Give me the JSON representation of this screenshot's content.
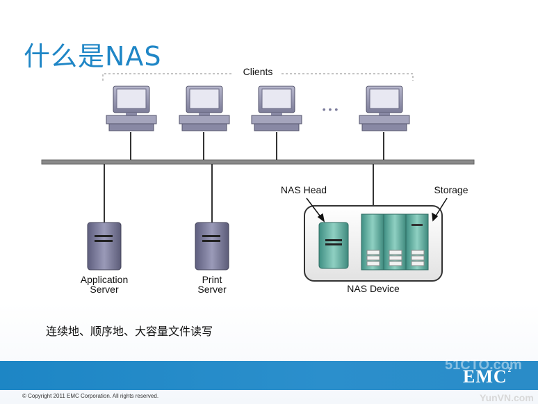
{
  "slide": {
    "title": "什么是NAS",
    "description": "连续地、顺序地、大容量文件读写",
    "copyright": "© Copyright 2011 EMC Corporation. All rights reserved.",
    "logo_text": "EMC",
    "logo_superscript": "2",
    "watermark_top": "51CTO.com",
    "watermark_bottom": "YunVN.com"
  },
  "diagram": {
    "clients_label": "Clients",
    "ellipsis": "• • •",
    "nas_head_label": "NAS Head",
    "storage_label": "Storage",
    "nas_device_label": "NAS Device",
    "application_server_label": [
      "Application",
      "Server"
    ],
    "print_server_label": [
      "Print",
      "Server"
    ]
  },
  "colors": {
    "title": "#1f86c6",
    "band": "#1d86c5",
    "server": "#7a7a9a",
    "storage": "#5aa89a"
  }
}
